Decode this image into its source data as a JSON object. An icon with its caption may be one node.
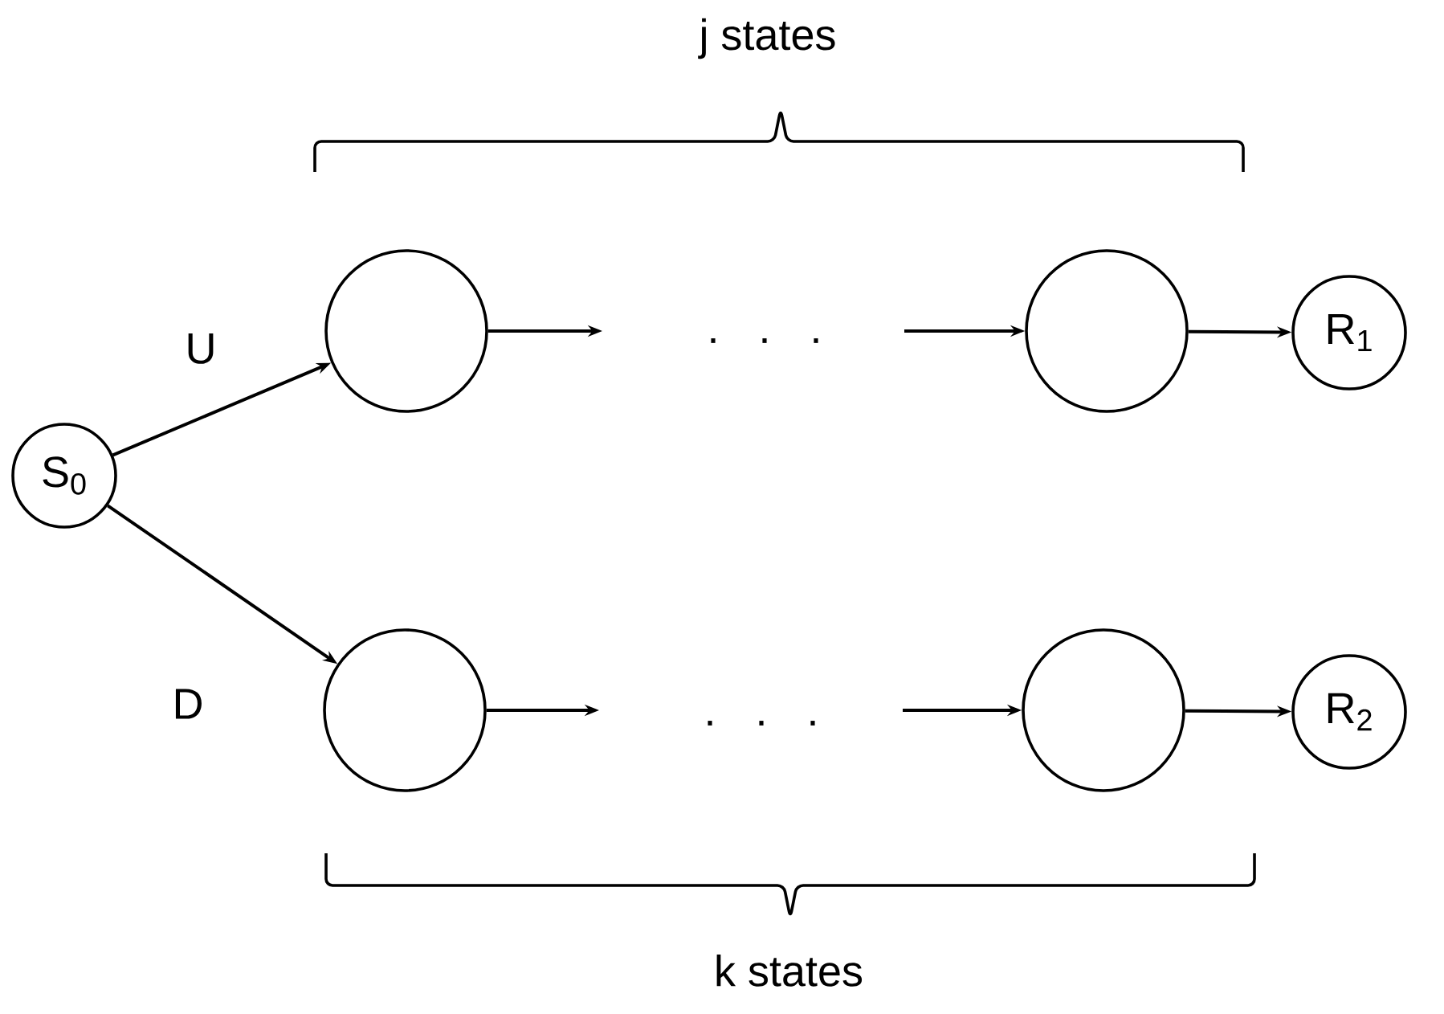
{
  "diagram": {
    "nodes": [
      {
        "text": [
          "S$_{0}$"
        ]
      },
      {
        "text": [],
        "shape": "circle"
      },
      {
        "text": [],
        "shape": "circle"
      },
      {
        "text": [
          "R$_{1}$"
        ]
      },
      {
        "text": [],
        "shape": "circle"
      },
      {
        "text": [],
        "shape": "circle"
      },
      {
        "text": [
          "R$_{2}$"
        ]
      }
    ],
    "edges": [
      {
        "from": 0,
        "to": 1,
        "arrow": "to",
        "label": "U"
      },
      {
        "from": 0,
        "to": 4,
        "arrow": "to",
        "label": "D"
      },
      {
        "from": 1,
        "to": null,
        "arrow": "to"
      },
      {
        "from": null,
        "to": 2,
        "arrow": "to"
      },
      {
        "from": 2,
        "to": 3,
        "arrow": "to"
      },
      {
        "from": 4,
        "to": null,
        "arrow": "to"
      },
      {
        "from": null,
        "to": 5,
        "arrow": "to"
      },
      {
        "from": 5,
        "to": 6,
        "arrow": "to"
      }
    ],
    "labels": [
      "j states",
      ". . .",
      ". . .",
      "k states"
    ]
  }
}
